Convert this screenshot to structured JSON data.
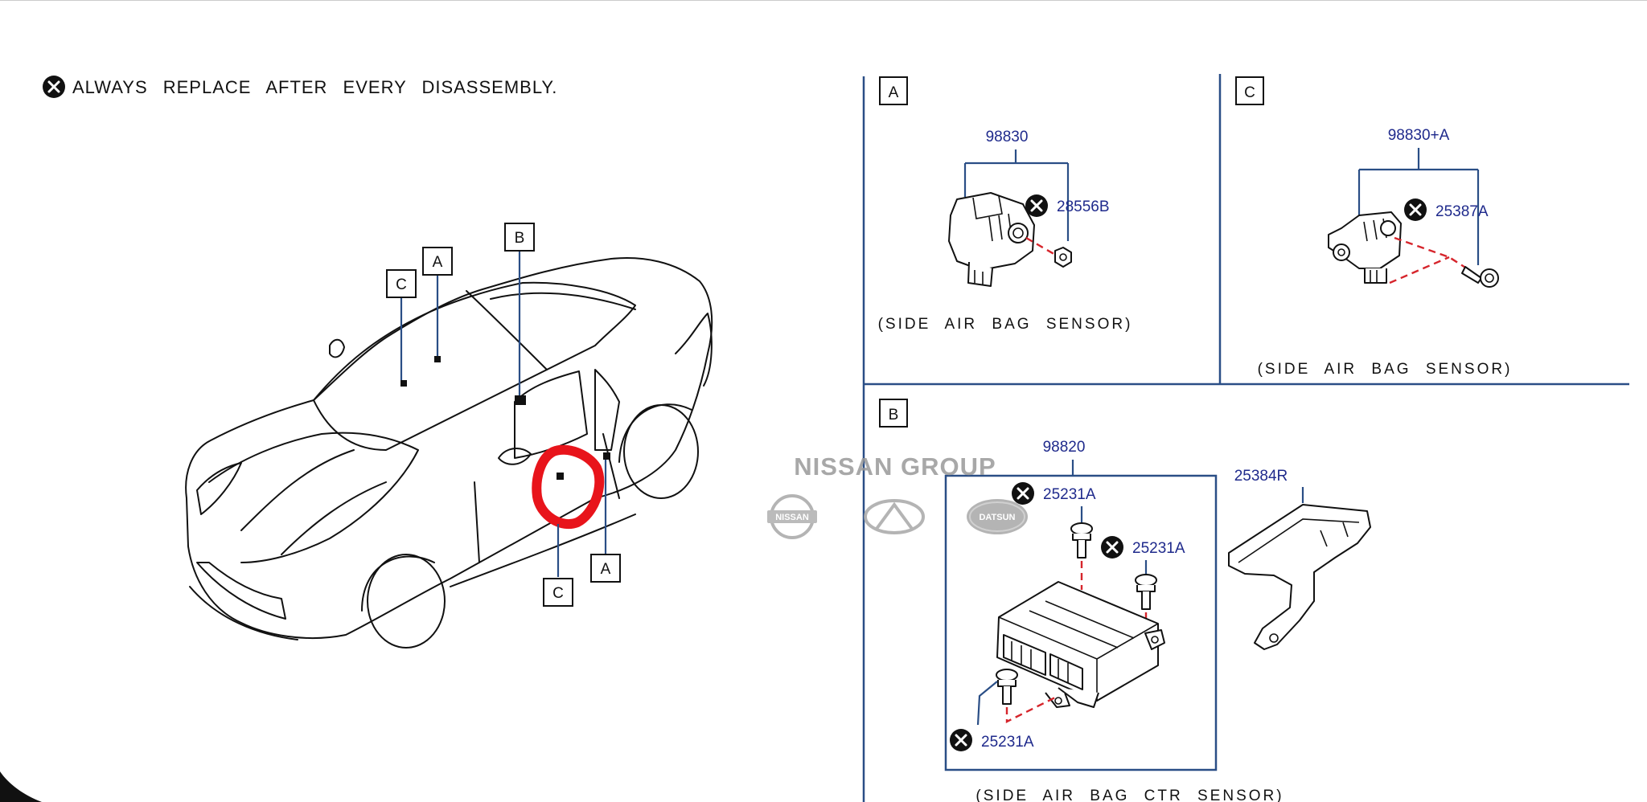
{
  "note": {
    "text": "ALWAYS REPLACE AFTER EVERY DISASSEMBLY."
  },
  "car_callouts": {
    "c_top": "C",
    "a_top": "A",
    "b_top": "B",
    "c_bottom": "C",
    "a_bottom": "A"
  },
  "panel_a": {
    "label": "A",
    "part_sensor": "98830",
    "part_bolt": "28556B",
    "caption": "(SIDE AIR BAG SENSOR)"
  },
  "panel_c": {
    "label": "C",
    "part_sensor": "98830+A",
    "part_bolt": "25387A",
    "caption": "(SIDE AIR BAG SENSOR)"
  },
  "panel_b": {
    "label": "B",
    "part_unit": "98820",
    "part_bolt_top": "25231A",
    "part_bolt_right": "25231A",
    "part_bolt_bottom": "25231A",
    "part_bracket": "25384R",
    "caption": "(SIDE AIR BAG CTR SENSOR)"
  },
  "watermark": {
    "text": "NISSAN GROUP",
    "badge_left": "NISSAN",
    "badge_right": "DATSUN"
  },
  "colors": {
    "part_numbers": "#1f2a8c",
    "frame": "#2a4e86",
    "dash": "#d6252c",
    "highlight": "#e8141b"
  },
  "icons": {
    "replace": "x-circle-icon"
  }
}
